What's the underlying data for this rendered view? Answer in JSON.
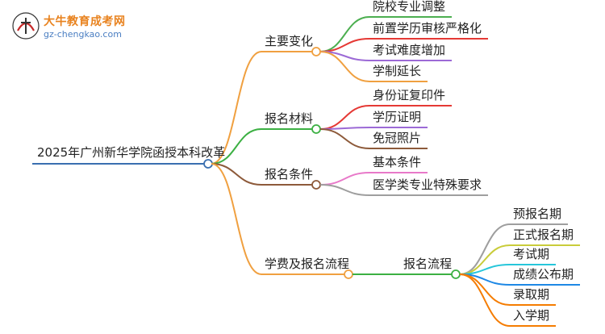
{
  "logo": {
    "title": "大牛教育成考网",
    "url": "gz-chengkao.com",
    "mark_text": "大牛"
  },
  "root": {
    "label": "2025年广州新华学院函授本科改革"
  },
  "branches": [
    {
      "label": "主要变化",
      "color": "#f0a040",
      "children": [
        {
          "label": "院校专业调整",
          "color": "#4caf50"
        },
        {
          "label": "前置学历审核严格化",
          "color": "#e53935"
        },
        {
          "label": "考试难度增加",
          "color": "#9c6ad6"
        },
        {
          "label": "学制延长",
          "color": "#f0a040"
        }
      ]
    },
    {
      "label": "报名材料",
      "color": "#3cb043",
      "children": [
        {
          "label": "身份证复印件",
          "color": "#e53935"
        },
        {
          "label": "学历证明",
          "color": "#9c6ad6"
        },
        {
          "label": "免冠照片",
          "color": "#8d5a3a"
        }
      ]
    },
    {
      "label": "报名条件",
      "color": "#8d5a3a",
      "children": [
        {
          "label": "基本条件",
          "color": "#e879c9"
        },
        {
          "label": "医学类专业特殊要求",
          "color": "#9e9e9e"
        }
      ]
    },
    {
      "label": "学费及报名流程",
      "color": "#f0a040",
      "children": [
        {
          "label": "报名流程",
          "color": "#3cb043",
          "children": [
            {
              "label": "预报名期",
              "color": "#9e9e9e"
            },
            {
              "label": "正式报名期",
              "color": "#c9cc3a"
            },
            {
              "label": "考试期",
              "color": "#26c6da"
            },
            {
              "label": "成绩公布期",
              "color": "#1e88e5"
            },
            {
              "label": "录取期",
              "color": "#f57c00"
            },
            {
              "label": "入学期",
              "color": "#f57c00"
            }
          ]
        }
      ]
    }
  ],
  "colors": {
    "root_underline": "#3a6fb0",
    "node_circle_fill": "#ffffff"
  }
}
